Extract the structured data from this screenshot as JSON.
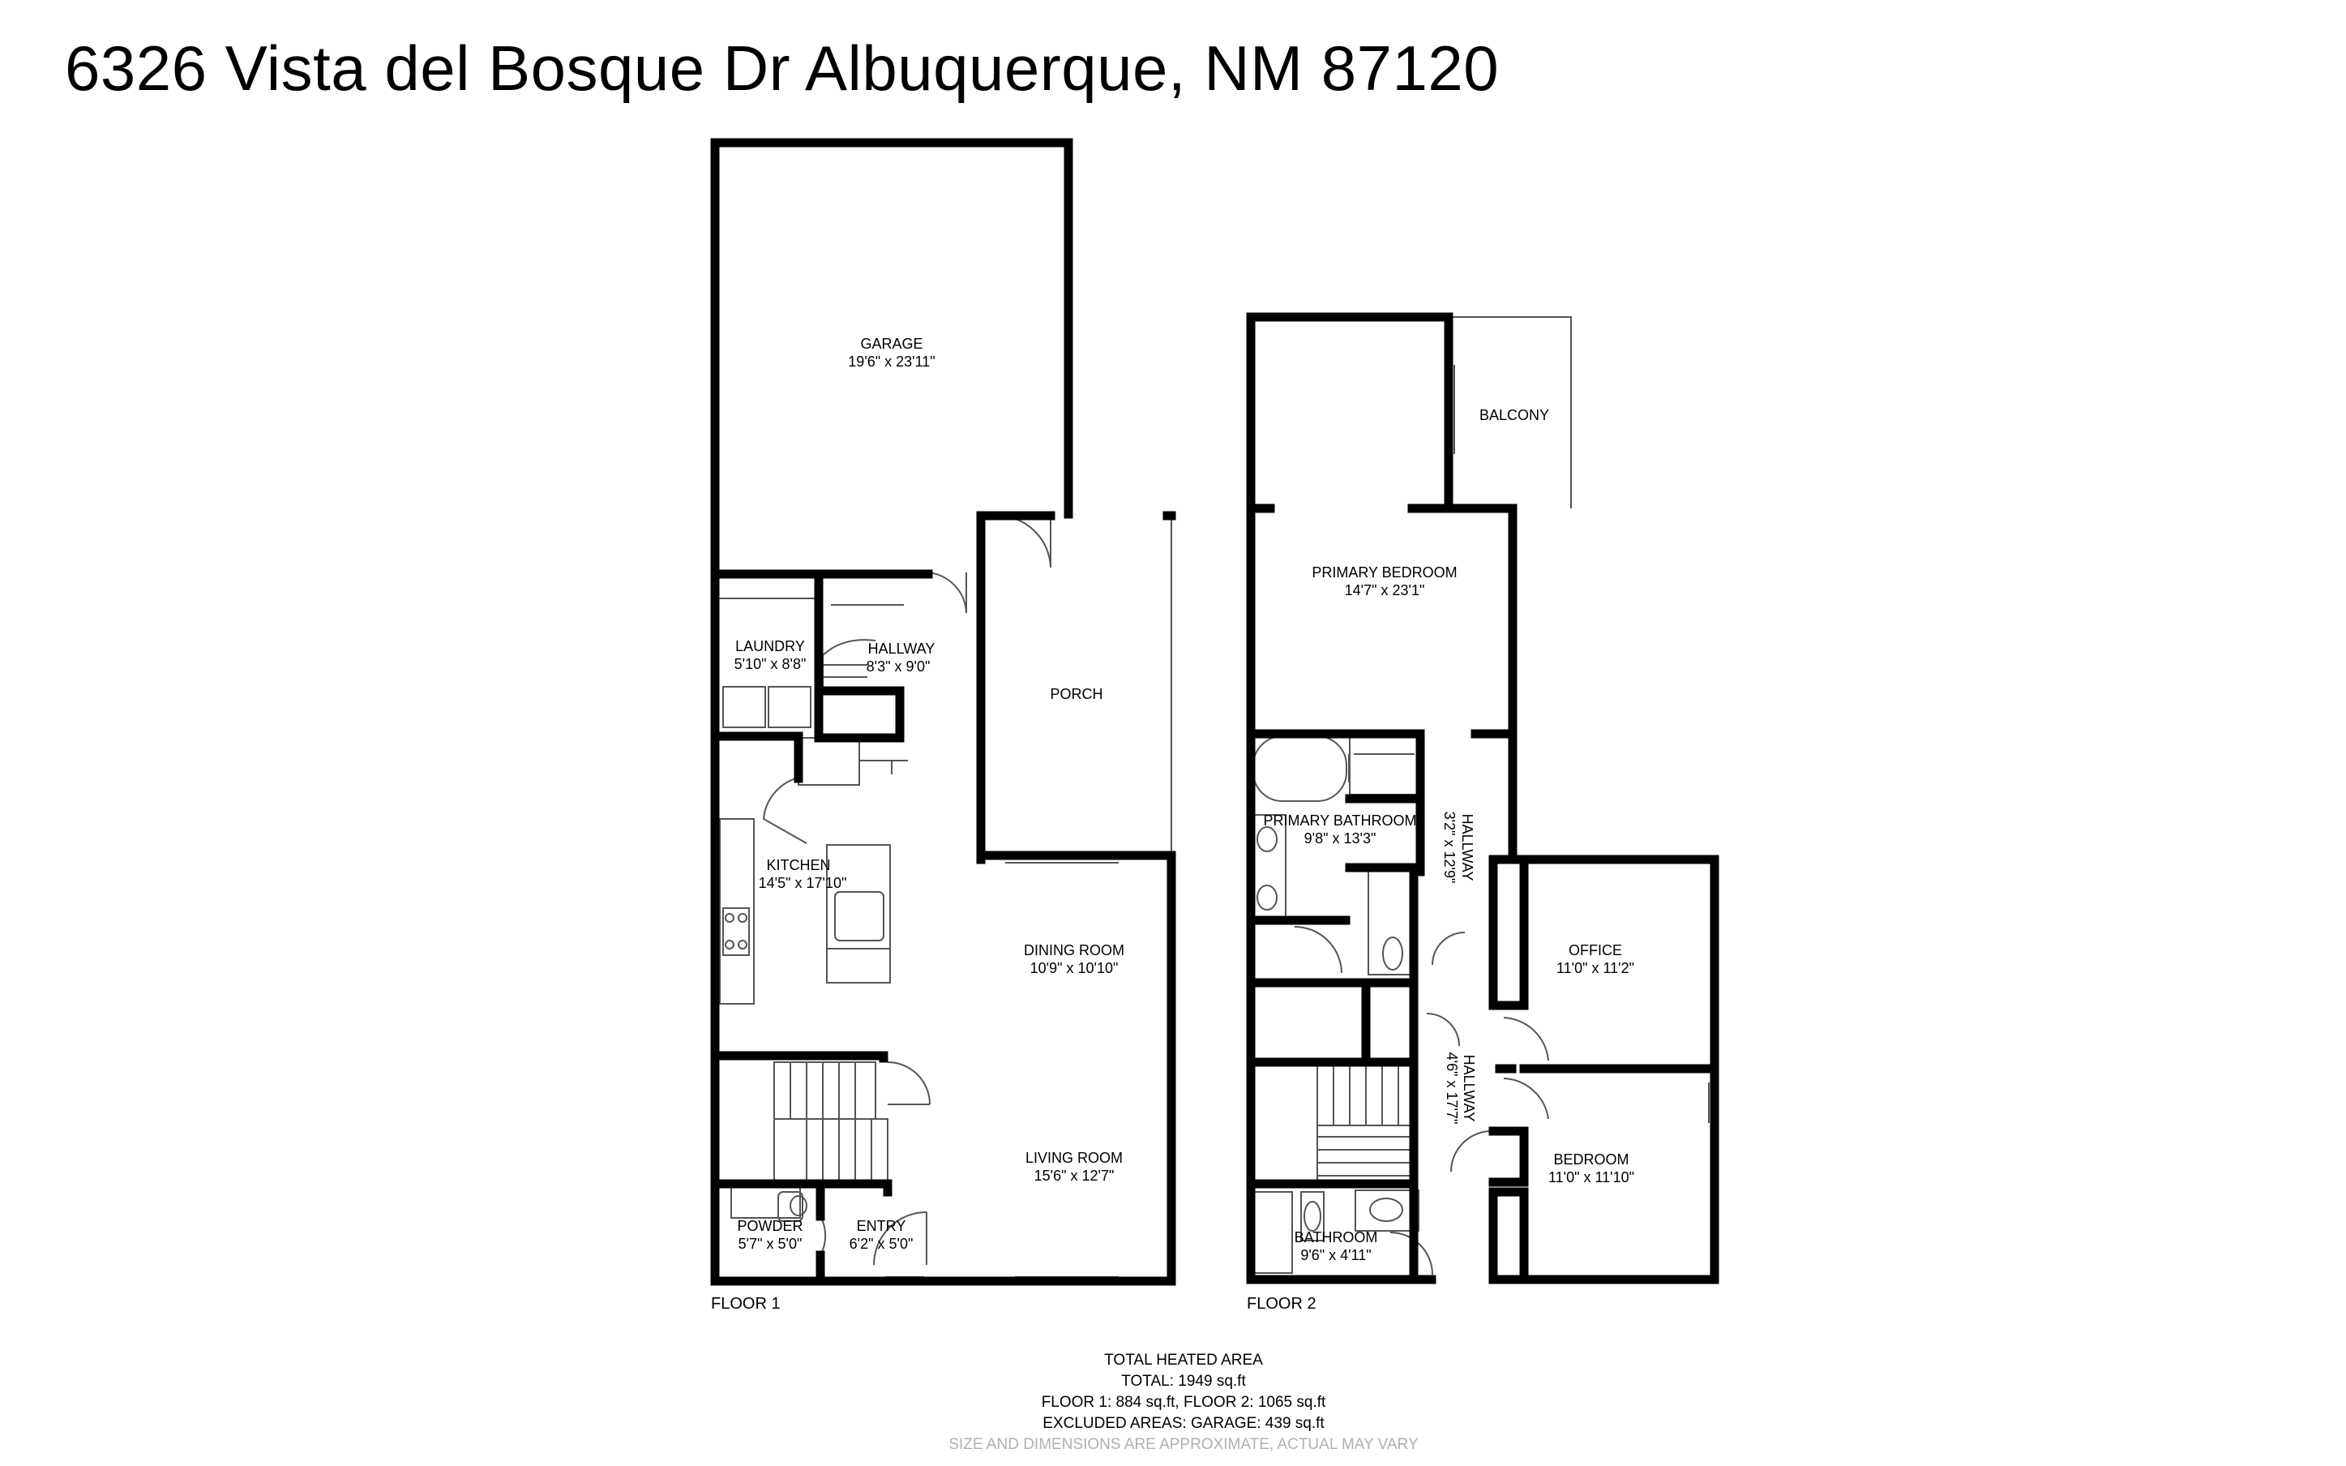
{
  "title": "6326 Vista del Bosque Dr Albuquerque, NM 87120",
  "floors": {
    "floor1": {
      "label": "FLOOR 1",
      "rooms": {
        "garage": {
          "name": "GARAGE",
          "dims": "19'6\" x 23'11\""
        },
        "laundry": {
          "name": "LAUNDRY",
          "dims": "5'10\" x 8'8\""
        },
        "hallway": {
          "name": "HALLWAY",
          "dims": "8'3\" x 9'0\""
        },
        "porch": {
          "name": "PORCH"
        },
        "kitchen": {
          "name": "KITCHEN",
          "dims": "14'5\" x 17'10\""
        },
        "dining": {
          "name": "DINING ROOM",
          "dims": "10'9\" x 10'10\""
        },
        "living": {
          "name": "LIVING ROOM",
          "dims": "15'6\" x 12'7\""
        },
        "powder": {
          "name": "POWDER",
          "dims": "5'7\" x 5'0\""
        },
        "entry": {
          "name": "ENTRY",
          "dims": "6'2\" x 5'0\""
        }
      }
    },
    "floor2": {
      "label": "FLOOR 2",
      "rooms": {
        "balcony": {
          "name": "BALCONY"
        },
        "primary_bedroom": {
          "name": "PRIMARY BEDROOM",
          "dims": "14'7\" x 23'1\""
        },
        "primary_bathroom": {
          "name": "PRIMARY BATHROOM",
          "dims": "9'8\" x 13'3\""
        },
        "hallway_upper": {
          "name": "HALLWAY",
          "dims": "3'2\" x 12'9\""
        },
        "office": {
          "name": "OFFICE",
          "dims": "11'0\" x 11'2\""
        },
        "hallway_lower": {
          "name": "HALLWAY",
          "dims": "4'6\" x 17'7\""
        },
        "bedroom": {
          "name": "BEDROOM",
          "dims": "11'0\" x 11'10\""
        },
        "bathroom": {
          "name": "BATHROOM",
          "dims": "9'6\" x 4'11\""
        }
      }
    }
  },
  "summary": {
    "heading": "TOTAL HEATED AREA",
    "total": "TOTAL: 1949 sq.ft",
    "floors": "FLOOR 1: 884 sq.ft, FLOOR 2: 1065 sq.ft",
    "excluded": "EXCLUDED AREAS: GARAGE: 439 sq.ft",
    "disclaimer": "SIZE AND DIMENSIONS ARE APPROXIMATE, ACTUAL MAY VARY"
  },
  "colors": {
    "wall": "#000000",
    "fixture": "#555555",
    "background": "#ffffff",
    "disclaimer": "#b0b0b0"
  }
}
